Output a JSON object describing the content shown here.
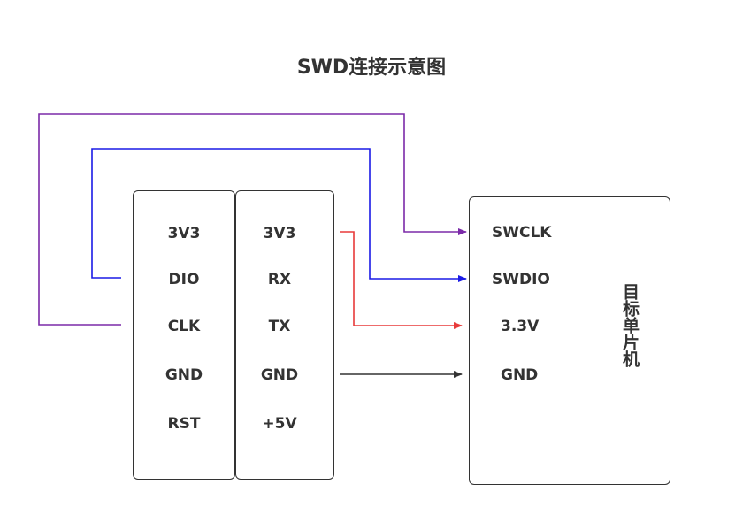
{
  "title": "SWD连接示意图",
  "debugger_col1": [
    "3V3",
    "DIO",
    "CLK",
    "GND",
    "RST"
  ],
  "debugger_col2": [
    "3V3",
    "RX",
    "TX",
    "GND",
    "+5V"
  ],
  "target": {
    "pins": [
      "SWCLK",
      "SWDIO",
      "3.3V",
      "GND"
    ],
    "label": "目标单片机"
  },
  "colors": {
    "clk_wire": "#7b2aa8",
    "dio_wire": "#1a1ae6",
    "power_wire": "#e83a3a",
    "gnd_wire": "#333333"
  }
}
